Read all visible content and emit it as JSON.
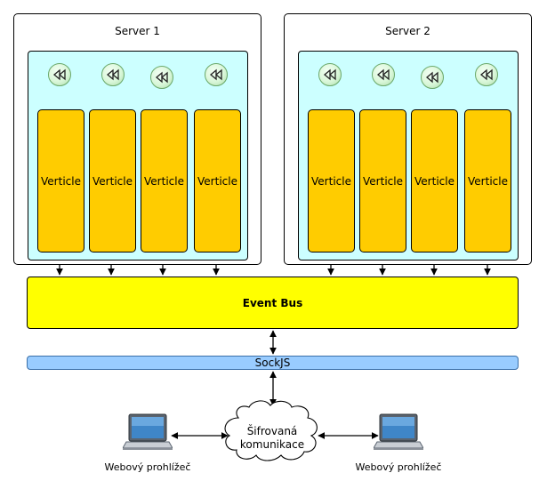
{
  "servers": [
    {
      "title": "Server 1",
      "verticles": [
        "Verticle",
        "Verticle",
        "Verticle",
        "Verticle"
      ]
    },
    {
      "title": "Server 2",
      "verticles": [
        "Verticle",
        "Verticle",
        "Verticle",
        "Verticle"
      ]
    }
  ],
  "event_bus": {
    "label": "Event Bus"
  },
  "sockjs": {
    "label": "SockJS"
  },
  "cloud": {
    "line1": "Šifrovaná",
    "line2": "komunikace"
  },
  "browsers": [
    {
      "label": "Webový prohlížeč"
    },
    {
      "label": "Webový prohlížeč"
    }
  ],
  "colors": {
    "verticle": "#ffcc00",
    "pool": "#ccffff",
    "event_bus": "#ffff00",
    "sockjs": "#99ccff",
    "event_loop_icon": "#d9f7d9",
    "laptop_screen": "#3f86c8"
  },
  "icons": [
    "event-loop-icon",
    "laptop-icon",
    "cloud-icon"
  ]
}
